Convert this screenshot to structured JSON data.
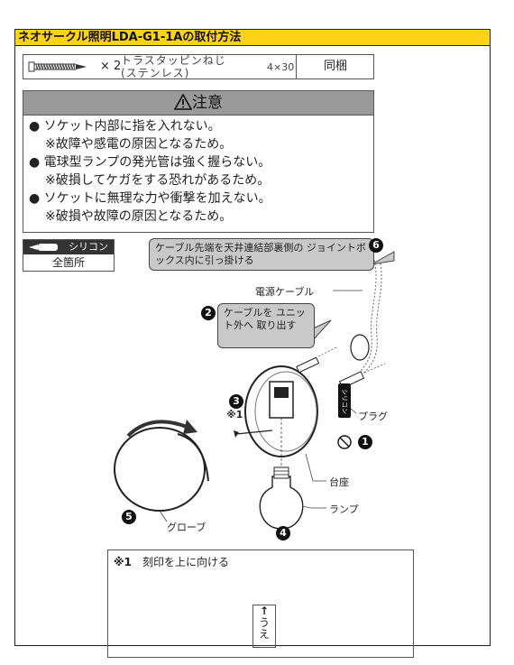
{
  "title": "ネオサークル照明LDA-G1-1Aの取付方法",
  "screw": {
    "qty": "× 2",
    "name_line1": "トラスタッピンねじ",
    "name_line2": "(ステンレス)",
    "size": "4×30",
    "included": "同梱"
  },
  "caution": {
    "header": "注意",
    "items": [
      {
        "bullet": "● ソケット内部に指を入れない。",
        "note": "※故障や感電の原因となるため。"
      },
      {
        "bullet": "● 電球型ランプの発光管は強く握らない。",
        "note": "※破損してケガをする恐れがあるため。"
      },
      {
        "bullet": "● ソケットに無理な力や衝撃を加えない。",
        "note": "※破損や故障の原因となるため。"
      }
    ]
  },
  "silicone": {
    "label": "シリコン",
    "scope": "全箇所"
  },
  "callouts": {
    "cable_hook": "ケーブル先端を天井連結部裏側の ジョイントボックス内に引っ掛ける",
    "cable_out": "ケーブルを ユニット外へ 取り出す"
  },
  "steps": {
    "s1": "1",
    "s2": "2",
    "s3": "3",
    "s4": "4",
    "s5": "5",
    "s6": "6"
  },
  "labels": {
    "power_cable": "電源ケーブル",
    "plug": "プラグ",
    "base": "台座",
    "lamp": "ランプ",
    "globe": "グローブ",
    "note_mark": "※1",
    "plug_text": "シリコン"
  },
  "note": {
    "mark": "※1",
    "text": "刻印を上に向ける",
    "stamp_arrow": "↑",
    "stamp_u": "う",
    "stamp_e": "え"
  }
}
